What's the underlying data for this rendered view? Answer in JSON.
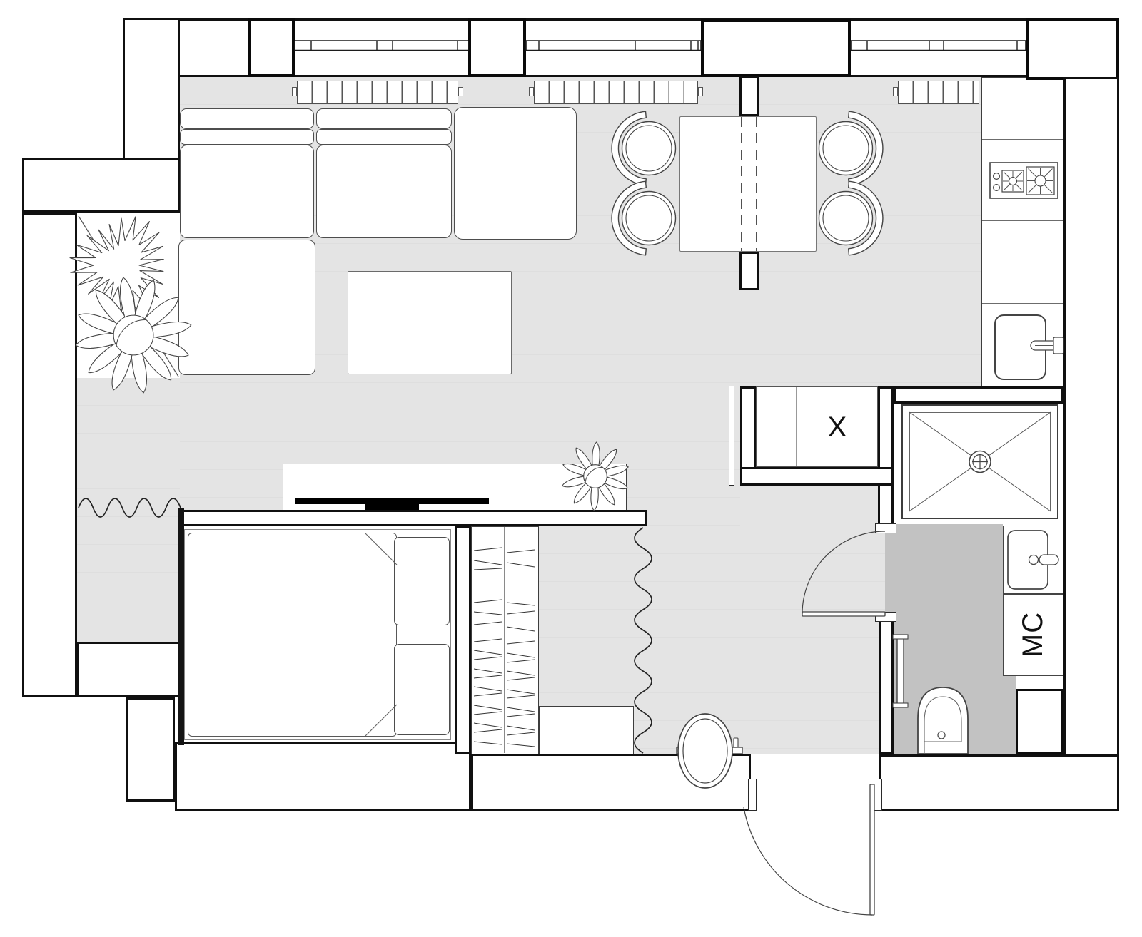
{
  "drawing": {
    "type": "apartment floor plan",
    "view": "top-down monochrome CAD drawing"
  },
  "labels": {
    "storage_unit": "X",
    "washing_machine": "MC"
  },
  "palette": {
    "background": "#ffffff",
    "floor_main": "#e8e8e8",
    "floor_bathroom": "#c2c2c2",
    "wall_line": "#101010",
    "furniture_line": "#4d4d4d"
  },
  "counts": {
    "dining_chairs": 4,
    "cooktop_burners": 2,
    "windows": 3,
    "radiators": 3,
    "doors_with_swing": 2,
    "plants": 3
  },
  "inventory": [
    "sectional-sofa",
    "coffee-table",
    "plant-large-spiky",
    "plant-large-leafy",
    "plant-on-console",
    "dining-table",
    "dining-chairs",
    "partition-wall-dashed",
    "kitchen-counter",
    "cooktop",
    "kitchen-sink",
    "storage-closet-x",
    "shower-tray",
    "shower-drain",
    "bathroom-sink",
    "washing-machine-mc",
    "bathroom-cabinet",
    "toilet",
    "towel-rail",
    "bathroom-door",
    "entrance-door",
    "double-bed",
    "mattress",
    "pillows",
    "tv-console",
    "tv",
    "wardrobe-hanging",
    "curtain-wavy-bedroom",
    "curtain-wavy-hall",
    "pouf-round",
    "coat-rack",
    "shoe-cabinet",
    "radiators",
    "windows"
  ]
}
